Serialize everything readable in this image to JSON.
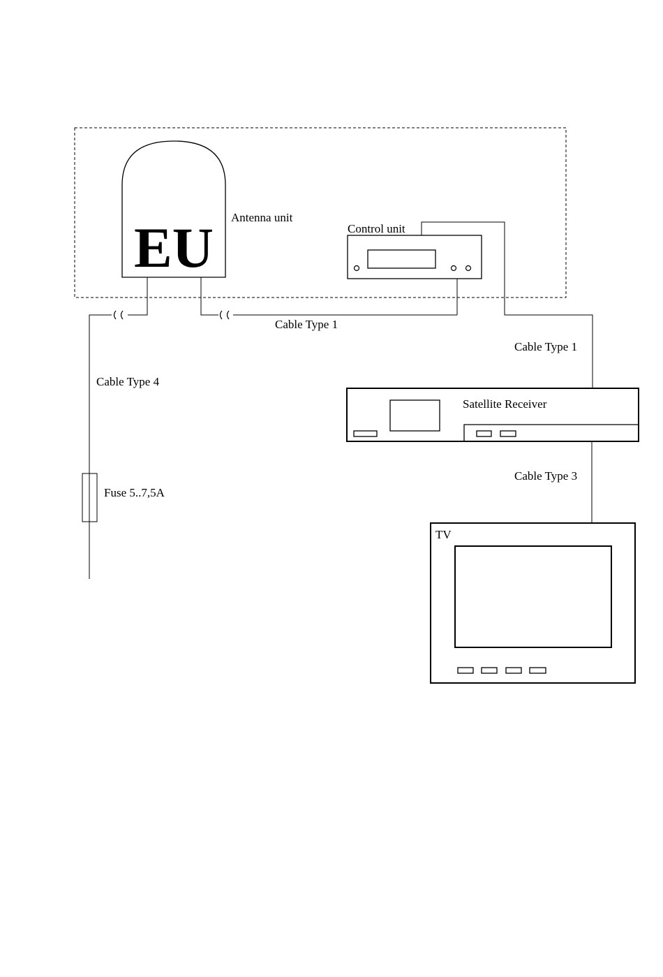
{
  "labels": {
    "eu_logo": "EU",
    "antenna_unit": "Antenna unit",
    "control_unit": "Control unit",
    "cable_type_1_antenna_control": "Cable Type 1",
    "cable_type_1_control_receiver": "Cable Type 1",
    "cable_type_4": "Cable Type 4",
    "fuse": "Fuse 5..7,5A",
    "satellite_receiver": "Satellite Receiver",
    "cable_type_3": "Cable Type 3",
    "tv": "TV"
  }
}
